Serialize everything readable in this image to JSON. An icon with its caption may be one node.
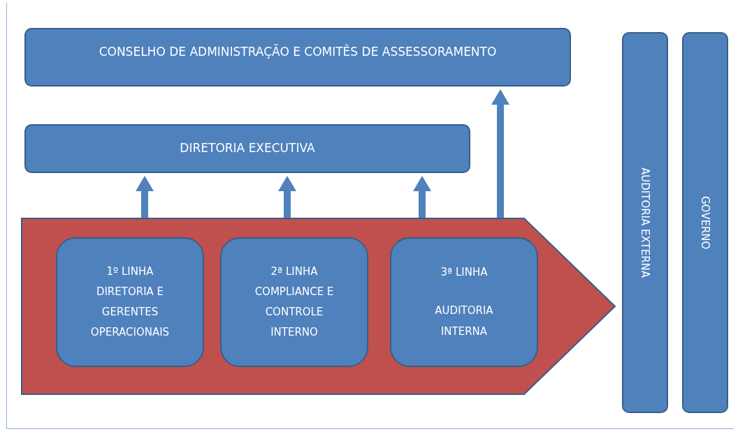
{
  "diagram": {
    "nodes": [
      {
        "text": [
          "CONSELHO DE ADMINISTRAÇÃO E COMITÊS DE ASSESSORAMENTO"
        ]
      },
      {
        "text": [
          "DIRETORIA EXECUTIVA"
        ]
      },
      {
        "text": [],
        "shape": "arrow"
      },
      {
        "text": [
          "1º LINHA DIRETORIA E GERENTES OPERACIONAIS"
        ],
        "in": 2
      },
      {
        "text": [
          "2ª LINHA COMPLIANCE E CONTROLE INTERNO"
        ],
        "in": 2
      },
      {
        "text": [
          "3ª LINHA",
          "AUDITORIA INTERNA"
        ],
        "in": 2
      },
      {
        "text": [
          "AUDITORIA EXTERNA"
        ]
      },
      {
        "text": [
          "GOVERNO"
        ]
      }
    ],
    "edges": [
      {
        "from": 2,
        "to": 1,
        "arrow": "to"
      },
      {
        "from": 2,
        "to": 1,
        "arrow": "to"
      },
      {
        "from": 2,
        "to": 1,
        "arrow": "to"
      },
      {
        "from": 2,
        "to": 0,
        "arrow": "to"
      }
    ]
  }
}
